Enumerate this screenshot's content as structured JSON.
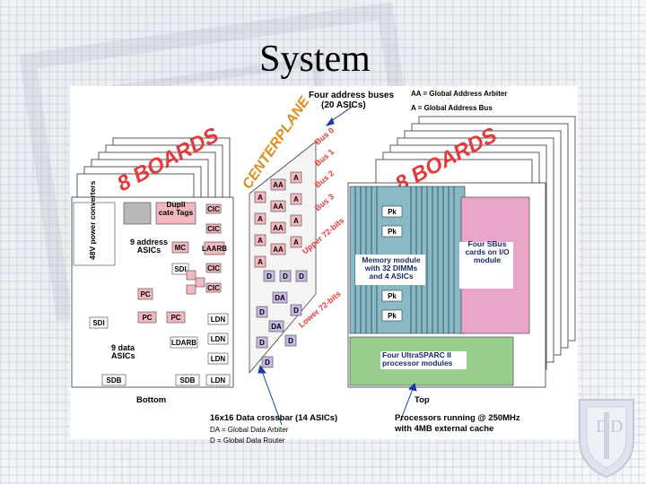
{
  "slide": {
    "title": "System"
  },
  "diagram": {
    "top_callouts": {
      "address_buses": "Four address buses",
      "address_buses_sub": "(20 ASICs)",
      "aa_legend": "AA = Global Address Arbiter",
      "a_legend": "A = Global Address Bus"
    },
    "left_board_label": "8 BOARDS",
    "right_board_label": "8 BOARDS",
    "centerplane_label": "CENTERPLANE",
    "bus_labels": [
      "Bus 0",
      "Bus 1",
      "Bus 2",
      "Bus 3"
    ],
    "upper_bits": "Upper 72-bits",
    "lower_bits": "Lower 72-bits",
    "power": "48V power converters",
    "dupli_tags": "Dupli cate Tags",
    "address_asics": "9 address ASICs",
    "data_asics": "9 data ASICs",
    "chip_labels": {
      "cic": "CIC",
      "mc": "MC",
      "laarb": "LAARB",
      "sdi": "SDI",
      "pc": "PC",
      "ldn": "LDN",
      "ldarb": "LDARB",
      "sdb": "SDB",
      "a": "A",
      "aa": "AA",
      "d": "D",
      "da": "DA",
      "pk": "Pk"
    },
    "memory_module": "Memory module with 32 DIMMs and 4 ASICs",
    "sbus": "Four SBus cards on I/O module",
    "ultrasparc": "Four UltraSPARC II processor modules",
    "bottom": "Bottom",
    "top": "Top",
    "crossbar": "16x16 Data crossbar (14 ASICs)",
    "da_legend": "DA = Global Data Arbiter",
    "d_legend": "D = Global Data Router",
    "processors": "Processors running @ 250MHz",
    "processors_sub": "with 4MB external cache"
  },
  "colors": {
    "accent_red": "#e23b3b",
    "chip_pink": "#f3b8bd",
    "memory_teal": "#8ab8c4",
    "sbus_pink": "#e9a6c9",
    "processor_green": "#98cf8c",
    "title_orange": "#e08d1c"
  }
}
